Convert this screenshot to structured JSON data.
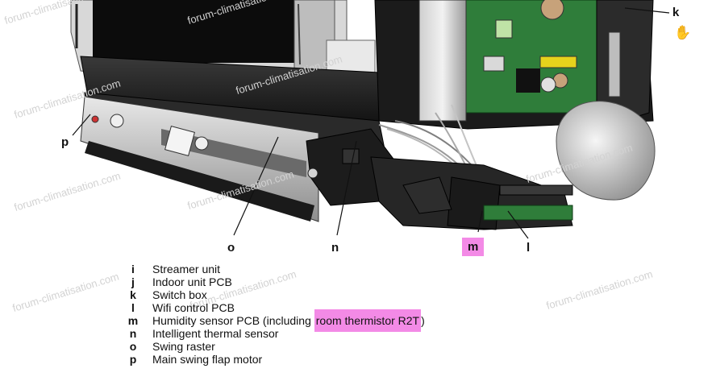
{
  "callouts": {
    "k": "k",
    "p": "p",
    "o": "o",
    "n": "n",
    "m": "m",
    "l": "l"
  },
  "legend": [
    {
      "key": "i",
      "label": "Streamer unit"
    },
    {
      "key": "j",
      "label": "Indoor unit PCB"
    },
    {
      "key": "k",
      "label": "Switch box"
    },
    {
      "key": "l",
      "label": "Wifi control PCB"
    },
    {
      "key": "m",
      "label_before": "Humidity sensor PCB (including ",
      "label_highlight": "room thermistor R2T",
      "label_after": ")"
    },
    {
      "key": "n",
      "label": "Intelligent thermal sensor"
    },
    {
      "key": "o",
      "label": "Swing raster"
    },
    {
      "key": "p",
      "label": "Main swing flap motor"
    }
  ],
  "watermark": "forum-climatisation.com",
  "colors": {
    "highlight": "#f38ae6",
    "pcb_green": "#2f7d3a",
    "housing_dark": "#1e1e1e",
    "watermark": "#d2d2d2"
  },
  "icons": {
    "cursor": "hand-cursor-icon"
  }
}
